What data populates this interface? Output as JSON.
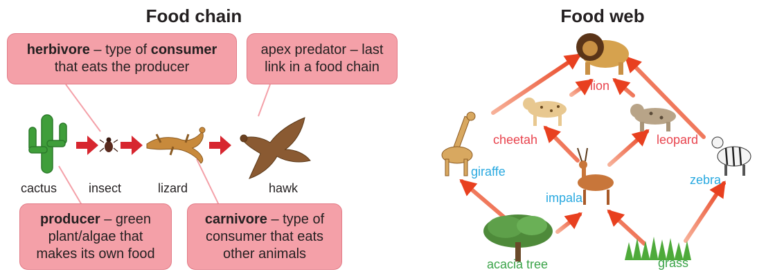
{
  "food_chain": {
    "title": "Food chain",
    "boxes": {
      "herbivore": {
        "term": "herbivore",
        "text1": " – type of ",
        "term2": "consumer",
        "line2": "that eats the producer"
      },
      "apex": {
        "line1": "apex predator – last",
        "line2": "link in a food chain"
      },
      "producer": {
        "term": "producer",
        "text1": " – green",
        "line2": "plant/algae that",
        "line3": "makes its own food"
      },
      "carnivore": {
        "term": "carnivore",
        "text1": " – type of",
        "line2": "consumer that eats",
        "line3": "other animals"
      }
    },
    "organisms": [
      "cactus",
      "insect",
      "lizard",
      "hawk"
    ]
  },
  "food_web": {
    "title": "Food web",
    "labels": {
      "lion": "lion",
      "cheetah": "cheetah",
      "leopard": "leopard",
      "giraffe": "giraffe",
      "impala": "impala",
      "zebra": "zebra",
      "acacia": "acacia tree",
      "grass": "grass"
    }
  },
  "colors": {
    "box_fill": "#f4a0a8",
    "arrow_chain": "#d7262f",
    "arrow_web": "#ee5a2a",
    "label_red": "#e8444e",
    "label_blue": "#29a9e0",
    "label_green": "#3aa348"
  }
}
